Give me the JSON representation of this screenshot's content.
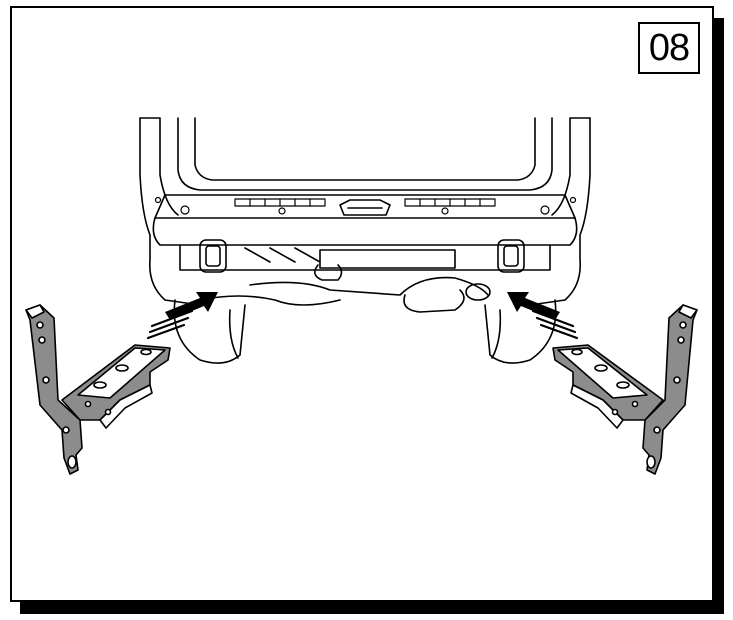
{
  "step": {
    "number": "08"
  },
  "colors": {
    "line": "#000000",
    "fill": "#ffffff",
    "bracket": "#8c8c8c",
    "shadow": "#000000"
  },
  "illustration": {
    "subject": "vehicle-rear-underside",
    "parts": [
      "left-mounting-bracket",
      "right-mounting-bracket"
    ]
  }
}
